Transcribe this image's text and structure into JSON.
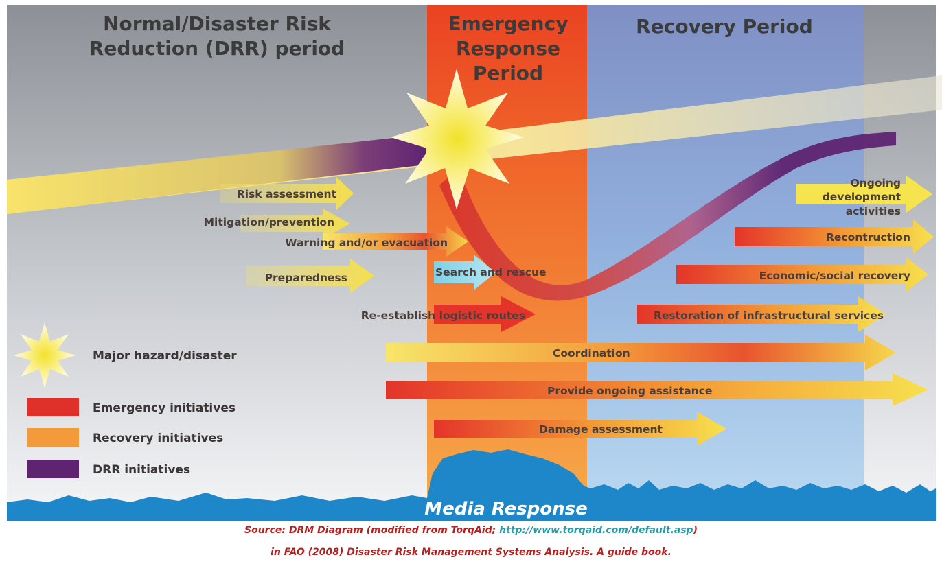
{
  "periods": {
    "normal_line1": "Normal/Disaster Risk",
    "normal_line2": "Reduction (DRR) period",
    "emergency_line1": "Emergency",
    "emergency_line2": "Response",
    "emergency_line3": "Period",
    "recovery": "Recovery Period"
  },
  "activities": {
    "risk_assessment": "Risk assessment",
    "mitigation": "Mitigation/prevention",
    "warning": "Warning and/or evacuation",
    "preparedness": "Preparedness",
    "search_rescue": "Search and rescue",
    "logistic_routes": "Re-establish logistic routes",
    "ongoing_dev_line1": "Ongoing",
    "ongoing_dev_line2": "development",
    "ongoing_dev_line3": "activities",
    "reconstruction": "Recontruction",
    "economic_social": "Economic/social recovery",
    "restoration": "Restoration of infrastructural services",
    "coordination": "Coordination",
    "ongoing_assistance": "Provide ongoing assistance",
    "damage_assessment": "Damage assessment"
  },
  "legend": {
    "hazard": "Major hazard/disaster",
    "emergency": "Emergency initiatives",
    "recovery": "Recovery initiatives",
    "drr": "DRR initiatives"
  },
  "media_response": "Media Response",
  "source": {
    "line1_prefix": "Source:  DRM Diagram (modified from TorqAid; ",
    "line1_link": "http://www.torqaid.com/default.asp",
    "line1_suffix": ")",
    "line2": "in FAO (2008) Disaster Risk Management Systems Analysis. A guide book."
  },
  "colors": {
    "emergency": "#e0302a",
    "recovery": "#f39a3a",
    "drr": "#5e2472",
    "hazard": "#fff35a",
    "media": "#1e87c9"
  }
}
